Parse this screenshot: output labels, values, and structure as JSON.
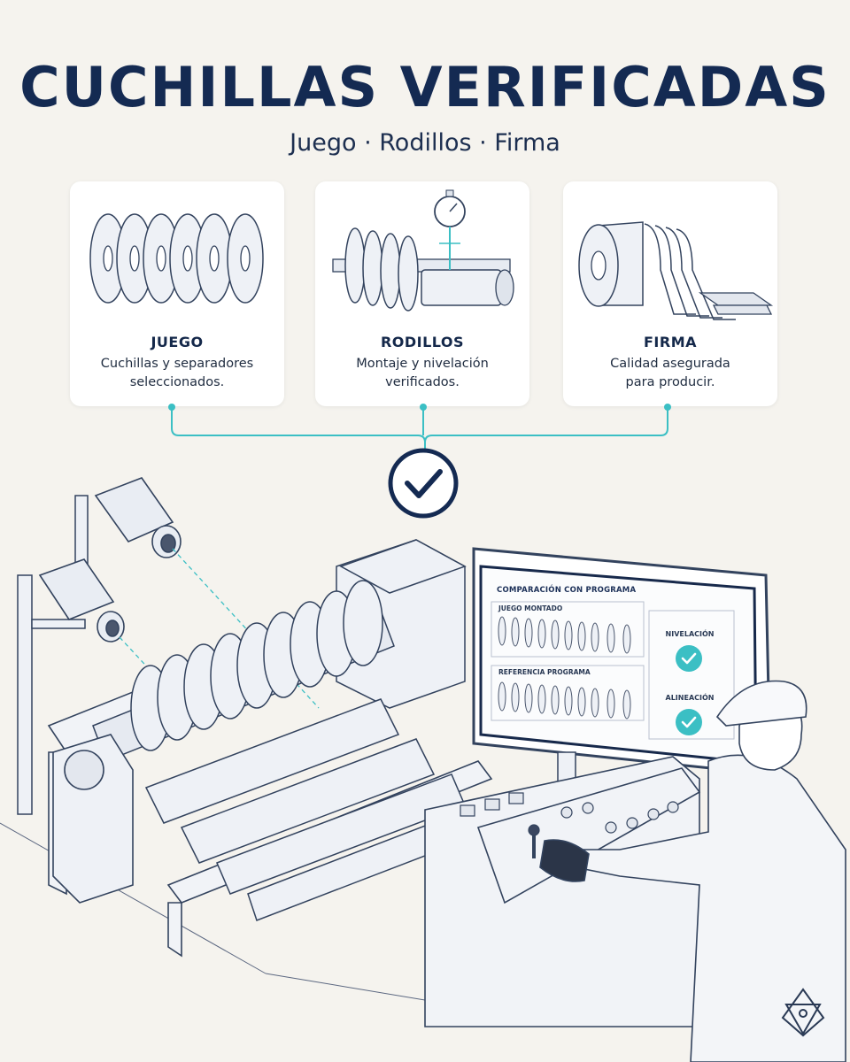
{
  "title": "CUCHILLAS VERIFICADAS",
  "subtitle": "Juego · Rodillos · Firma",
  "cards": [
    {
      "title": "JUEGO",
      "desc_line1": "Cuchillas y separadores",
      "desc_line2": "seleccionados.",
      "icon": "blade-set-icon"
    },
    {
      "title": "RODILLOS",
      "desc_line1": "Montaje y nivelación",
      "desc_line2": "verificados.",
      "icon": "roller-gauge-icon"
    },
    {
      "title": "FIRMA",
      "desc_line1": "Calidad asegurada",
      "desc_line2": "para producir.",
      "icon": "coil-strips-icon"
    }
  ],
  "screen": {
    "title": "COMPARACIÓN CON PROGRAMA",
    "section1": "JUEGO MONTADO",
    "section2": "REFERENCIA PROGRAMA",
    "status1": "NIVELACIÓN",
    "status2": "ALINEACIÓN"
  },
  "colors": {
    "navy": "#142a52",
    "teal": "#3bbfc4",
    "background": "#f5f3ee"
  },
  "icons": [
    "check-circle-icon",
    "check-icon",
    "logo-icon",
    "camera-icon",
    "operator-icon"
  ]
}
